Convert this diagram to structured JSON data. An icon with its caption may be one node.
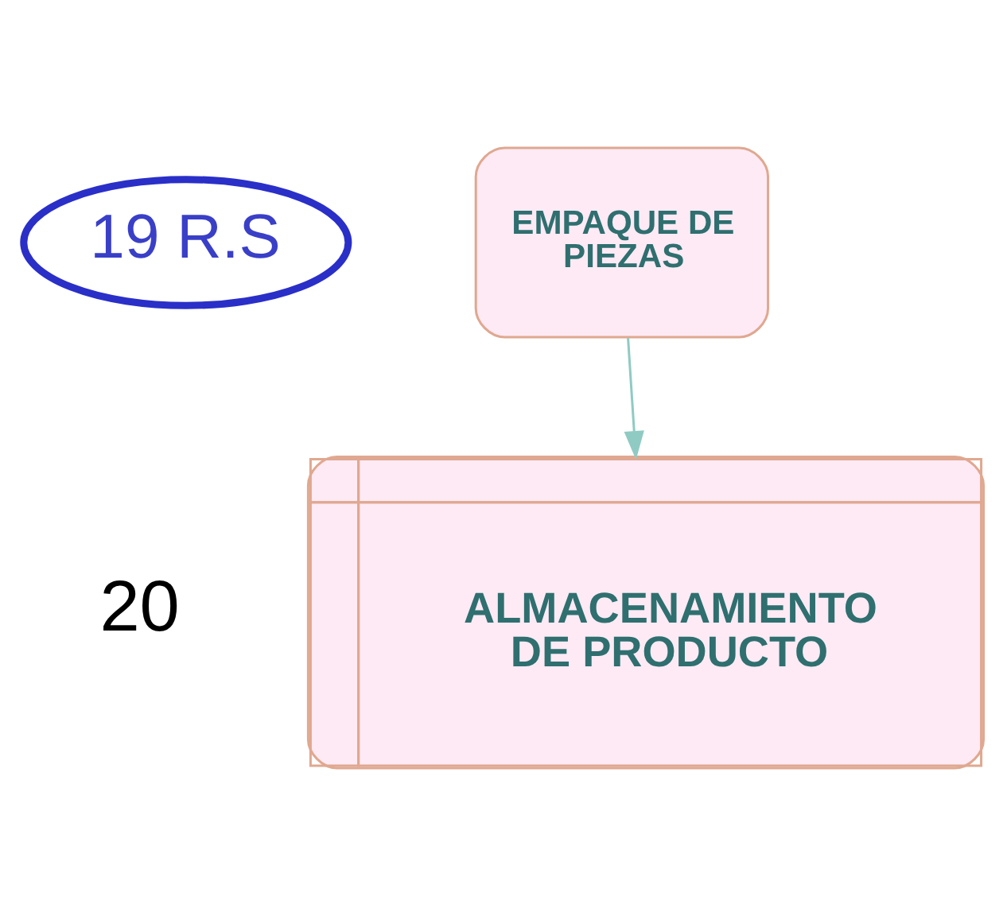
{
  "diagram": {
    "nodes": [
      {
        "text": [
          "19 R.S"
        ]
      },
      {
        "text": [
          "EMPAQUE DE PIEZAS"
        ]
      },
      {
        "text": [
          "ALMACENAMIENTO DE PRODUCTO"
        ]
      }
    ],
    "edges": [
      {
        "from": 1,
        "to": 2,
        "arrow": "to",
        "color": "#8fcbc3"
      }
    ],
    "labels": [
      "20"
    ]
  }
}
